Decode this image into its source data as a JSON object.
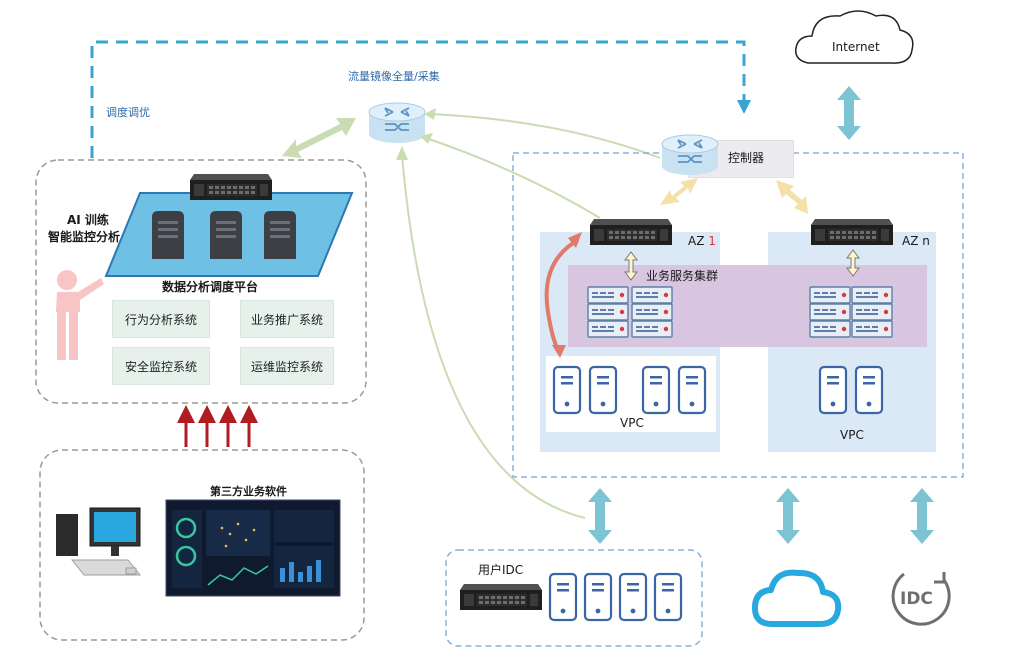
{
  "labels": {
    "internet": "Internet",
    "mirror": "流量镜像全量/采集",
    "schedule": "调度调优",
    "controller": "控制器",
    "ai": "AI 训练",
    "monitor": "智能监控分析",
    "platform": "数据分析调度平台",
    "behavior": "行为分析系统",
    "promotion": "业务推广系统",
    "security": "安全监控系统",
    "ops": "运维监控系统",
    "az1_prefix": "AZ ",
    "az1_num": "1",
    "azn": "AZ n",
    "cluster": "业务服务集群",
    "vpc1": "VPC",
    "vpc2": "VPC",
    "third_party": "第三方业务软件",
    "idc": "用户IDC",
    "idc_logo": "IDC"
  },
  "colors": {
    "dashed_blue": "#3aa3d6",
    "arrow_teal": "#7cc4d3",
    "arrow_green": "#c9dcb4",
    "arrow_red": "#b01c22",
    "arrow_salmon": "#e07a6a",
    "arrow_yellow": "#f4e0a8",
    "server_blue": "#3a66a8",
    "cluster_purple": "#d8c6e1",
    "vpc_blue": "#dbe9f6"
  }
}
